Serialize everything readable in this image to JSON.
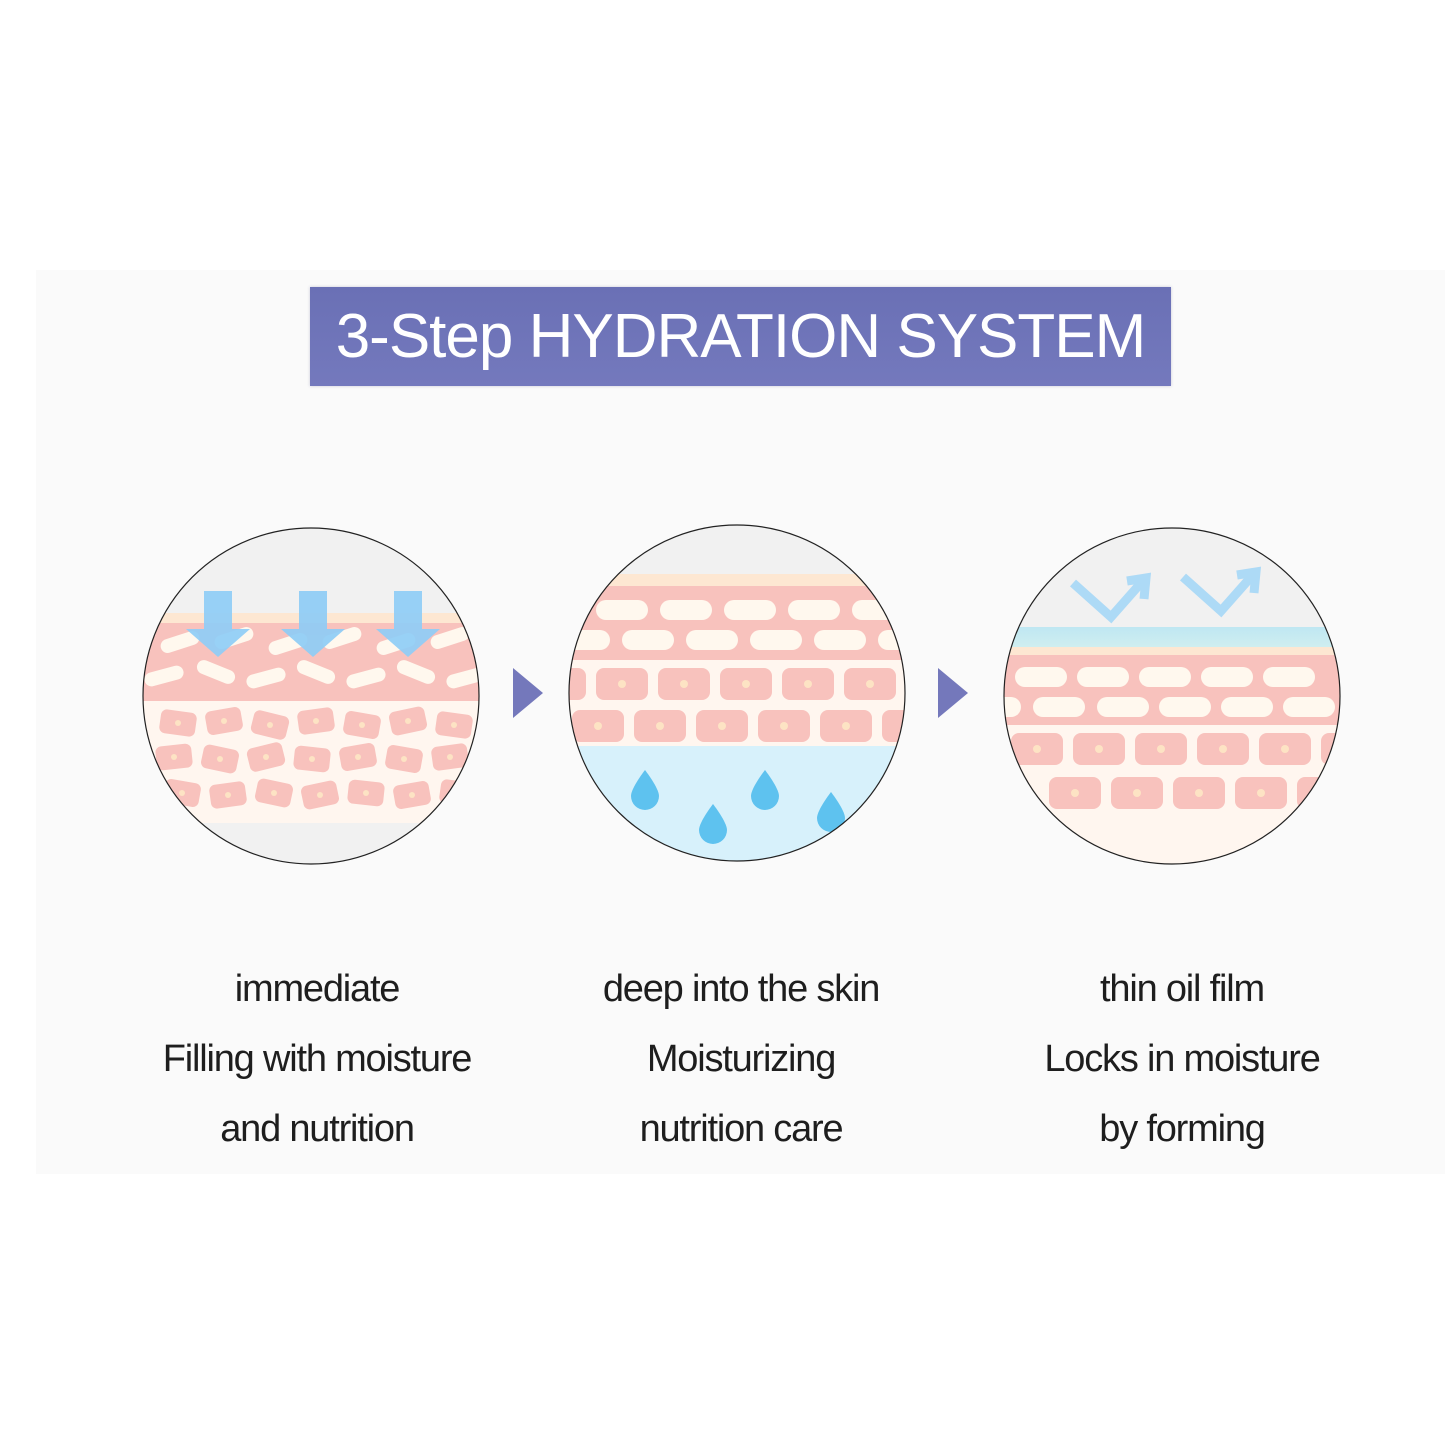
{
  "title": "3-Step HYDRATION SYSTEM",
  "steps": [
    {
      "icon": "skin-layer-filling-icon",
      "lines": [
        "immediate",
        "Filling with moisture",
        "and nutrition"
      ]
    },
    {
      "icon": "skin-layer-deep-moisture-icon",
      "lines": [
        "deep into the skin",
        "Moisturizing",
        "nutrition care"
      ]
    },
    {
      "icon": "skin-layer-oil-film-icon",
      "lines": [
        "thin oil film",
        "Locks in moisture",
        "by forming"
      ]
    }
  ],
  "colors": {
    "banner": "#6a70b5",
    "arrow": "#7478bb",
    "skin_pink": "#f8c2bd",
    "cell_white": "#fff8ee",
    "moisture_blue": "#d7f1fb",
    "drop_blue": "#5ec2ef",
    "arrow_blue": "#a9d8f6"
  }
}
